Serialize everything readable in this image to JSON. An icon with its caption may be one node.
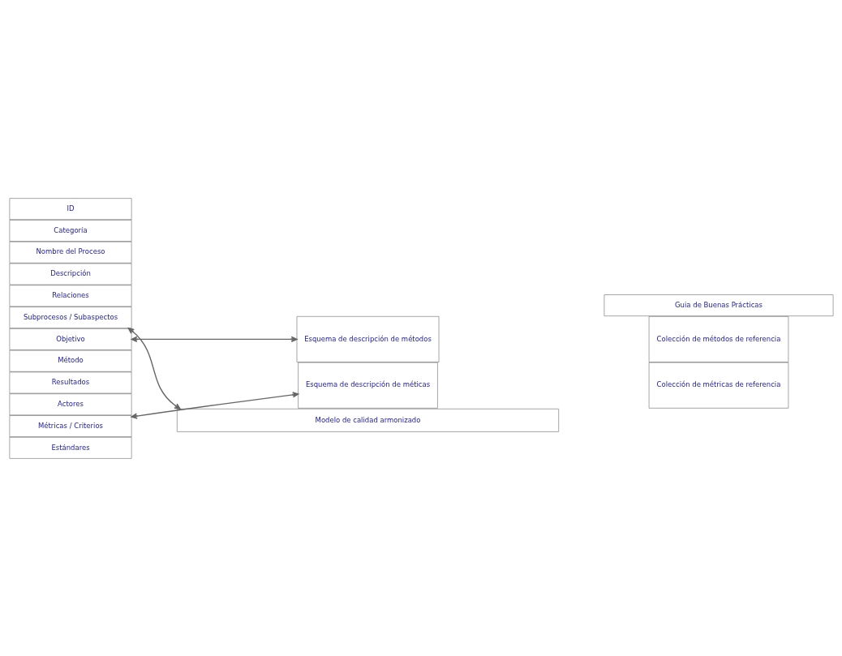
{
  "diagram": {
    "nodes": [
      {
        "text": [
          "ID"
        ]
      },
      {
        "text": [
          "Categoría"
        ]
      },
      {
        "text": [
          "Nombre del Proceso"
        ]
      },
      {
        "text": [
          "Descripción"
        ]
      },
      {
        "text": [
          "Relaciones"
        ]
      },
      {
        "text": [
          "Subprocesos / Subaspectos"
        ]
      },
      {
        "text": [
          "Objetivo"
        ]
      },
      {
        "text": [
          "Método"
        ]
      },
      {
        "text": [
          "Resultados"
        ]
      },
      {
        "text": [
          "Actores"
        ]
      },
      {
        "text": [
          "Métricas / Criterios"
        ]
      },
      {
        "text": [
          "Estándares"
        ]
      },
      {
        "text": [
          "Guia de Buenas Prácticas"
        ]
      },
      {
        "text": [
          "Esquema de descripción de métodos"
        ]
      },
      {
        "text": [
          "Colección de métodos de referencia"
        ]
      },
      {
        "text": [
          "Esquema de descripción de méticas"
        ]
      },
      {
        "text": [
          "Colección de métricas de referencia"
        ]
      },
      {
        "text": [
          "Modelo de calidad armonizado"
        ]
      }
    ],
    "edges": [
      {
        "from": 6,
        "to": 13,
        "arrow": "both"
      },
      {
        "from": 10,
        "to": 15,
        "arrow": "both"
      },
      {
        "from": 5,
        "to": 17,
        "arrow": "both"
      }
    ]
  }
}
